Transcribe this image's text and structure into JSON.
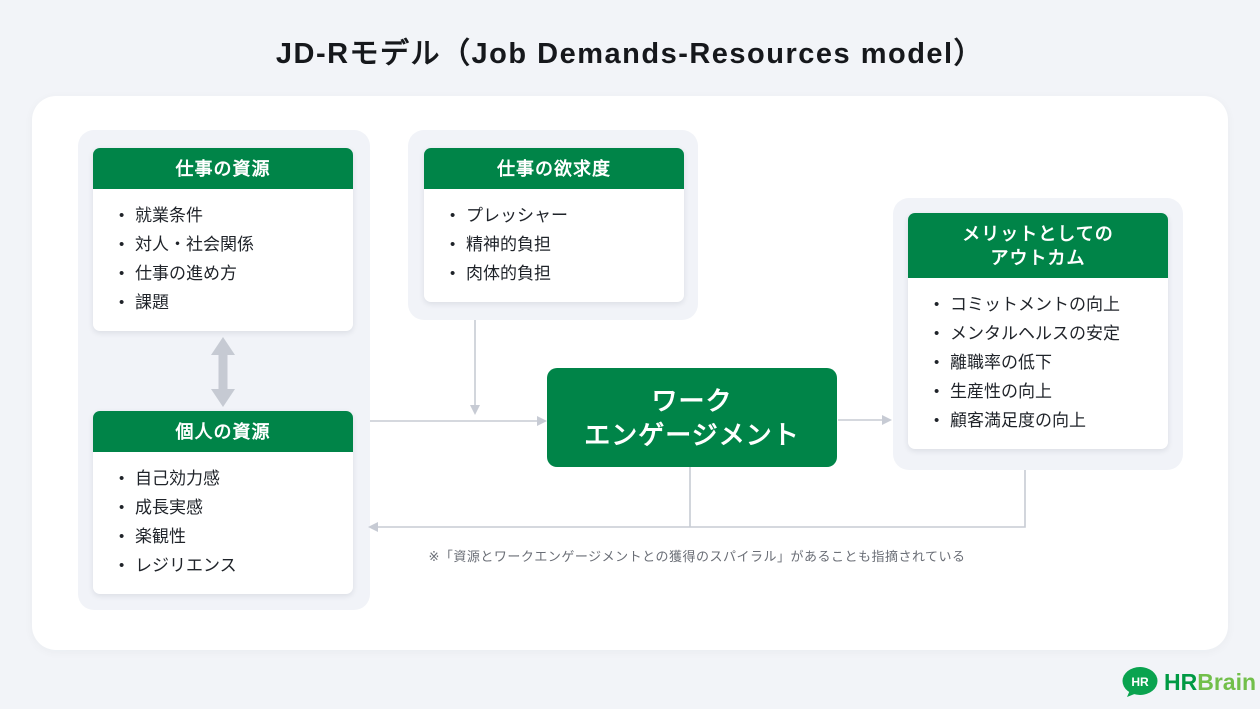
{
  "page": {
    "title": "JD-Rモデル（Job Demands-Resources model）",
    "note": "※「資源とワークエンゲージメントとの獲得のスパイラル」があることも指摘されている"
  },
  "colors": {
    "accent_green": "#008448",
    "page_bg": "#f2f4f8",
    "panel_bg": "#f1f3f8",
    "arrow_gray": "#c7cbd4",
    "logo_dark_green": "#009a44",
    "logo_light_green": "#72bf4a"
  },
  "boxes": {
    "job_resources": {
      "title": "仕事の資源",
      "items": [
        "就業条件",
        "対人・社会関係",
        "仕事の進め方",
        "課題"
      ]
    },
    "personal_resources": {
      "title": "個人の資源",
      "items": [
        "自己効力感",
        "成長実感",
        "楽観性",
        "レジリエンス"
      ]
    },
    "job_demands": {
      "title": "仕事の欲求度",
      "items": [
        "プレッシャー",
        "精神的負担",
        "肉体的負担"
      ]
    },
    "work_engagement": {
      "title_line1": "ワーク",
      "title_line2": "エンゲージメント"
    },
    "outcomes": {
      "title_line1": "メリットとしての",
      "title_line2": "アウトカム",
      "items": [
        "コミットメントの向上",
        "メンタルヘルスの安定",
        "離職率の低下",
        "生産性の向上",
        "顧客満足度の向上"
      ]
    }
  },
  "logo": {
    "bubble_text": "HR",
    "brand_hr": "HR",
    "brand_brain": "Brain"
  }
}
